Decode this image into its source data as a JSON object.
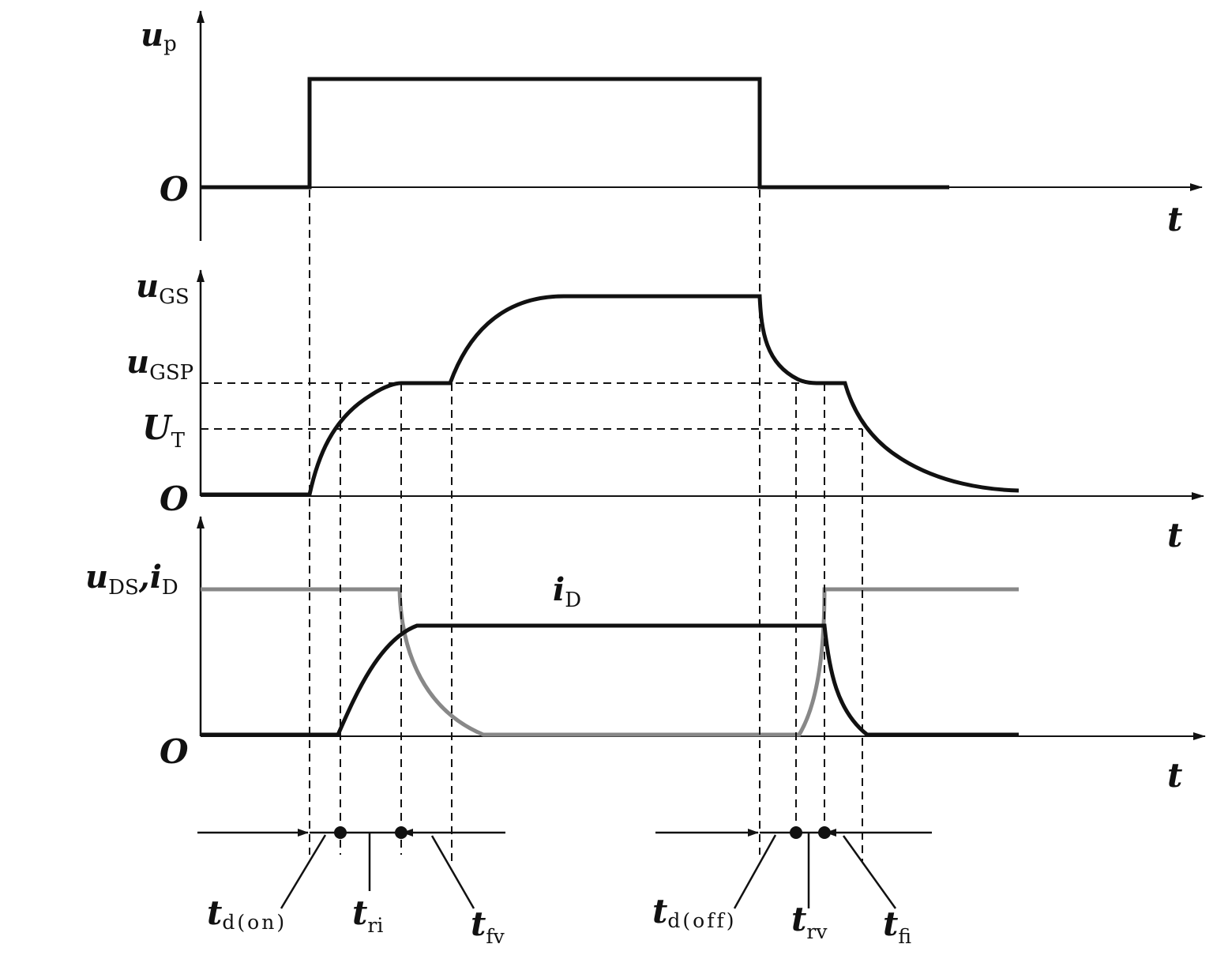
{
  "colors": {
    "ink": "#111111",
    "drain_current": "#888888",
    "background": "#ffffff"
  },
  "panels": [
    {
      "id": "up",
      "y_main": "u",
      "y_sub": "p",
      "origin": "O",
      "x_label": "t"
    },
    {
      "id": "ugs",
      "y_main": "u",
      "y_sub": "GS",
      "origin": "O",
      "x_label": "t"
    },
    {
      "id": "uds",
      "y_main": "u",
      "y_sub": "DS",
      "y_main2": "i",
      "y_sub2": "D",
      "sep": ",",
      "origin": "O",
      "x_label": "t"
    }
  ],
  "levels": {
    "ugsp_main": "u",
    "ugsp_sub": "GSP",
    "ut_main": "U",
    "ut_sub": "T"
  },
  "curve_labels": {
    "id_main": "i",
    "id_sub": "D"
  },
  "intervals": [
    {
      "main": "t",
      "sub": "d(on)"
    },
    {
      "main": "t",
      "sub": "ri"
    },
    {
      "main": "t",
      "sub": "fv"
    },
    {
      "main": "t",
      "sub": "d(off)"
    },
    {
      "main": "t",
      "sub": "rv"
    },
    {
      "main": "t",
      "sub": "fi"
    }
  ]
}
